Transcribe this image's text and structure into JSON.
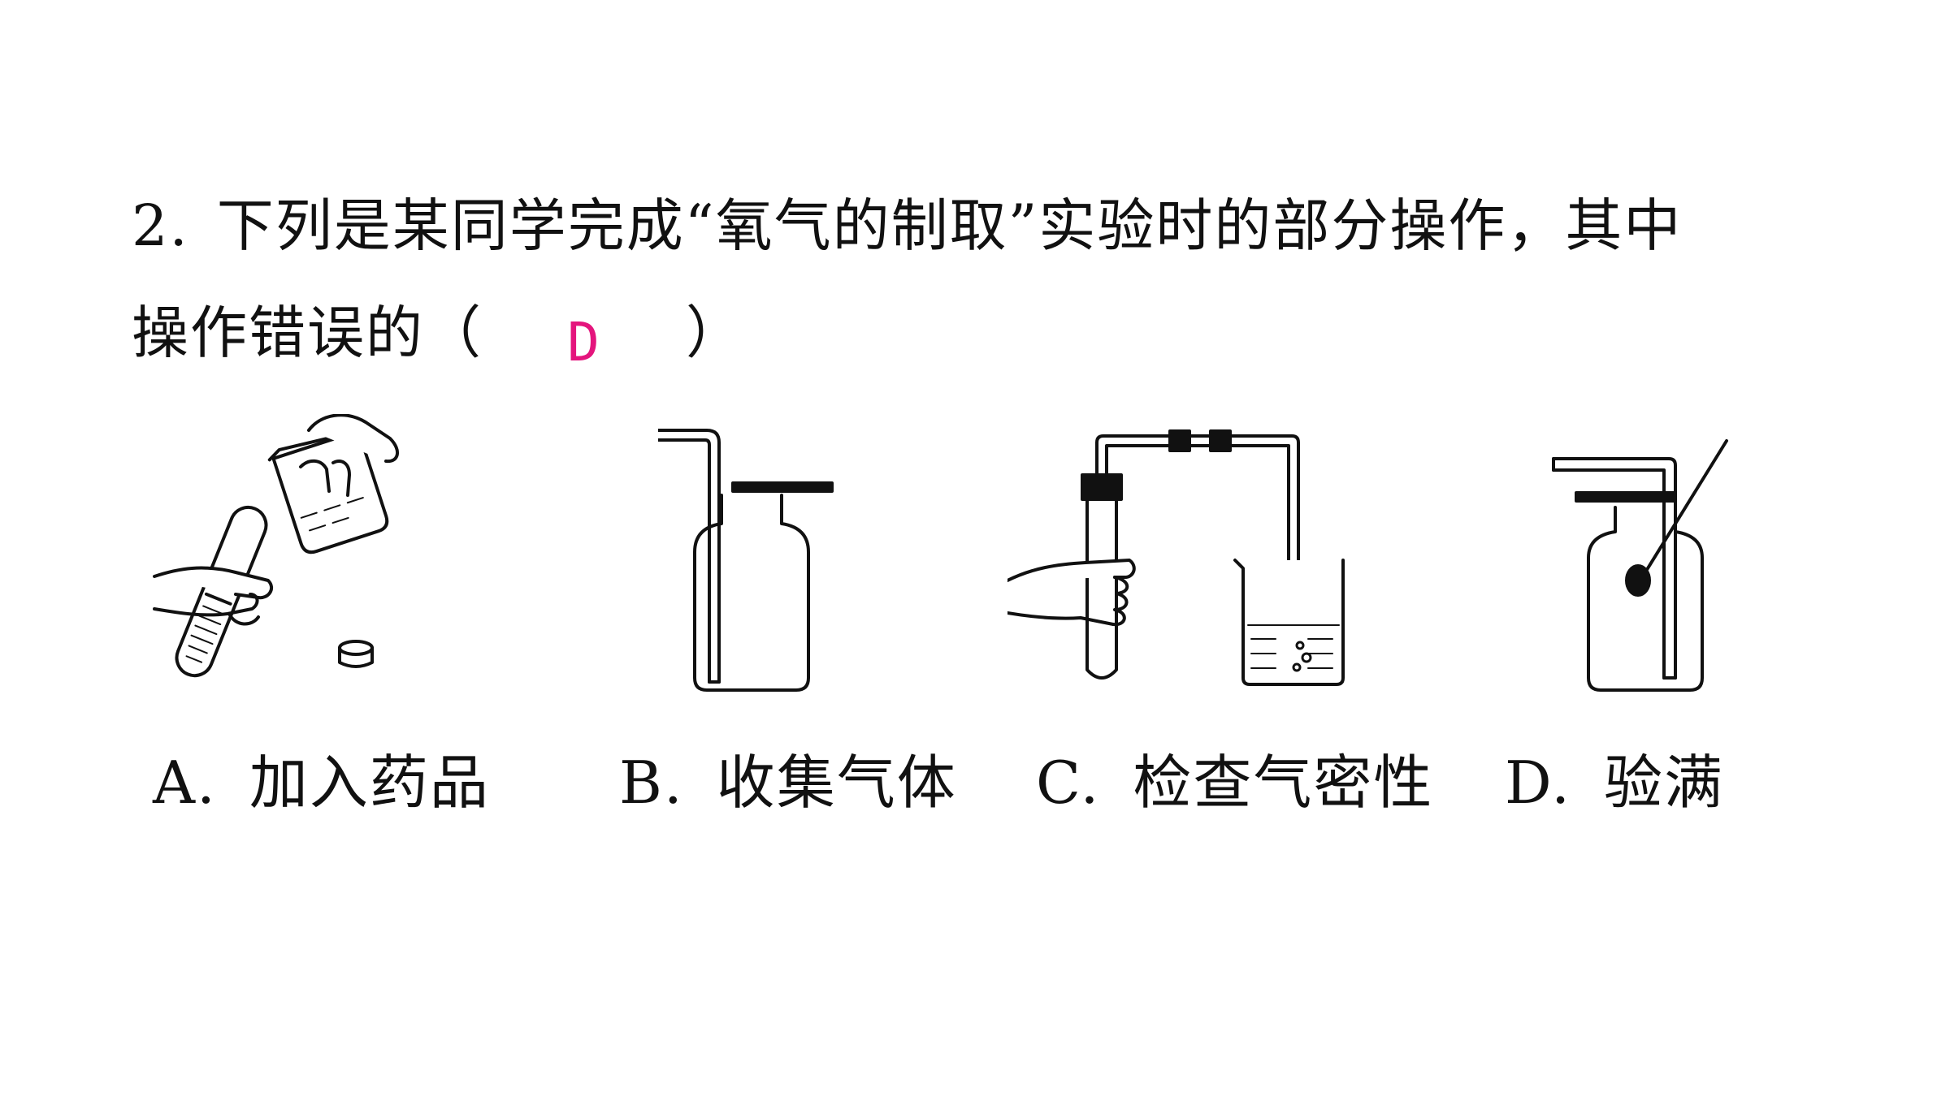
{
  "question": {
    "number": "2.",
    "line1": "下列是某同学完成“氧气的制取”实验时的部分操作，其中",
    "line2": "操作错误的",
    "open_paren": "（",
    "answer": "D",
    "close_paren": "）",
    "answer_color": "#e4157d"
  },
  "options": [
    {
      "letter": "A.",
      "label": "加入药品",
      "figure_icon": "test-tube-pouring-icon"
    },
    {
      "letter": "B.",
      "label": "收集气体",
      "figure_icon": "gas-collection-bottle-icon"
    },
    {
      "letter": "C.",
      "label": "检查气密性",
      "figure_icon": "airtightness-check-icon"
    },
    {
      "letter": "D.",
      "label": "验满",
      "figure_icon": "gas-full-test-icon"
    }
  ]
}
